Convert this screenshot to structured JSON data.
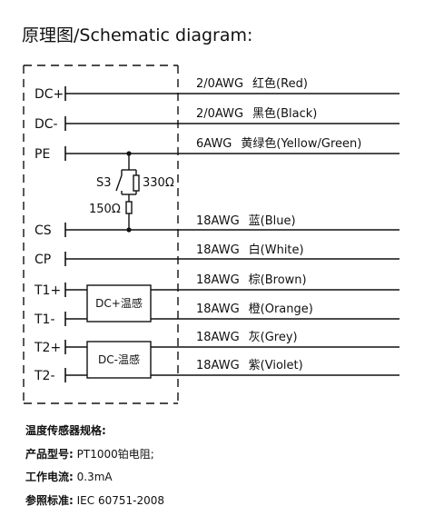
{
  "title": "原理图/Schematic diagram:",
  "pins": {
    "dc_plus": "DC+",
    "dc_minus": "DC-",
    "pe": "PE",
    "cs": "CS",
    "cp": "CP",
    "t1_plus": "T1+",
    "t1_minus": "T1-",
    "t2_plus": "T2+",
    "t2_minus": "T2-"
  },
  "components": {
    "switch": "S3",
    "r_high": "330Ω",
    "r_low": "150Ω",
    "sensor_dc_plus": "DC+温感",
    "sensor_dc_minus": "DC-温感"
  },
  "wires": [
    {
      "gauge": "2/0AWG",
      "color": "红色(Red)"
    },
    {
      "gauge": "2/0AWG",
      "color": "黑色(Black)"
    },
    {
      "gauge": "6AWG",
      "color": "黄绿色(Yellow/Green)"
    },
    {
      "gauge": "18AWG",
      "color": "蓝(Blue)"
    },
    {
      "gauge": "18AWG",
      "color": "白(White)"
    },
    {
      "gauge": "18AWG",
      "color": "棕(Brown)"
    },
    {
      "gauge": "18AWG",
      "color": "橙(Orange)"
    },
    {
      "gauge": "18AWG",
      "color": "灰(Grey)"
    },
    {
      "gauge": "18AWG",
      "color": "紫(Violet)"
    }
  ],
  "specs": {
    "heading": "温度传感器规格:",
    "model_label": "产品型号:",
    "model_value": "PT1000铂电阻;",
    "current_label": "工作电流:",
    "current_value": "0.3mA",
    "standard_label": "参照标准:",
    "standard_value": "IEC 60751-2008"
  }
}
